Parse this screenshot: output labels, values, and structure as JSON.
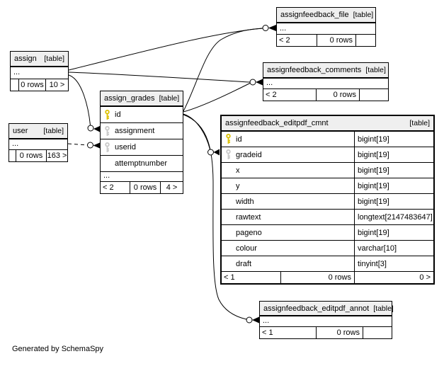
{
  "diagram": {
    "generated_note": "Generated by SchemaSpy",
    "type_label": "[table]"
  },
  "colors": {
    "header_bg": "#efefef",
    "primary_key": "#ddc100",
    "foreign_key": "#c9c9c9",
    "line": "#000000",
    "main_table_border": "#000000"
  },
  "tables": [
    {
      "name": "assign",
      "tag": "[table]",
      "ellipsis": "...",
      "footer": {
        "prev": "",
        "rows": "0 rows",
        "next": "10 >"
      }
    },
    {
      "name": "user",
      "tag": "[table]",
      "ellipsis": "...",
      "footer": {
        "prev": "",
        "rows": "0 rows",
        "next": "163 >"
      }
    },
    {
      "name": "assign_grades",
      "tag": "[table]",
      "ellipsis": "...",
      "columns": [
        {
          "name": "id",
          "key": "primary"
        },
        {
          "name": "assignment",
          "key": "foreign"
        },
        {
          "name": "userid",
          "key": "foreign"
        },
        {
          "name": "attemptnumber",
          "key": "none"
        }
      ],
      "footer": {
        "prev": "< 2",
        "rows": "0 rows",
        "next": "4 >"
      }
    },
    {
      "name": "assignfeedback_file",
      "tag": "[table]",
      "ellipsis": "...",
      "footer": {
        "prev": "< 2",
        "rows": "0 rows",
        "next": ""
      }
    },
    {
      "name": "assignfeedback_comments",
      "tag": "[table]",
      "ellipsis": "...",
      "footer": {
        "prev": "< 2",
        "rows": "0 rows",
        "next": ""
      }
    },
    {
      "name": "assignfeedback_editpdf_cmnt",
      "tag": "[table]",
      "columns": [
        {
          "name": "id",
          "type": "bigint[19]",
          "key": "primary"
        },
        {
          "name": "gradeid",
          "type": "bigint[19]",
          "key": "foreign"
        },
        {
          "name": "x",
          "type": "bigint[19]",
          "key": "none"
        },
        {
          "name": "y",
          "type": "bigint[19]",
          "key": "none"
        },
        {
          "name": "width",
          "type": "bigint[19]",
          "key": "none"
        },
        {
          "name": "rawtext",
          "type": "longtext[2147483647]",
          "key": "none"
        },
        {
          "name": "pageno",
          "type": "bigint[19]",
          "key": "none"
        },
        {
          "name": "colour",
          "type": "varchar[10]",
          "key": "none"
        },
        {
          "name": "draft",
          "type": "tinyint[3]",
          "key": "none"
        }
      ],
      "footer": {
        "prev": "< 1",
        "rows": "0 rows",
        "next": "0 >"
      }
    },
    {
      "name": "assignfeedback_editpdf_annot",
      "tag": "[table]",
      "ellipsis": "...",
      "footer": {
        "prev": "< 1",
        "rows": "0 rows",
        "next": ""
      }
    }
  ],
  "relationships": [
    {
      "from": "assign",
      "to": "assignfeedback_file",
      "style": "solid"
    },
    {
      "from": "assign",
      "to": "assignfeedback_comments",
      "style": "solid"
    },
    {
      "from": "assign",
      "to": "assign_grades.assignment",
      "style": "solid"
    },
    {
      "from": "user",
      "to": "assign_grades.userid",
      "style": "dashed"
    },
    {
      "from": "assign_grades",
      "to": "assignfeedback_file",
      "style": "solid"
    },
    {
      "from": "assign_grades",
      "to": "assignfeedback_comments",
      "style": "solid"
    },
    {
      "from": "assign_grades",
      "to": "assignfeedback_editpdf_cmnt.gradeid",
      "style": "solid"
    },
    {
      "from": "assign_grades",
      "to": "assignfeedback_editpdf_annot",
      "style": "solid"
    }
  ]
}
